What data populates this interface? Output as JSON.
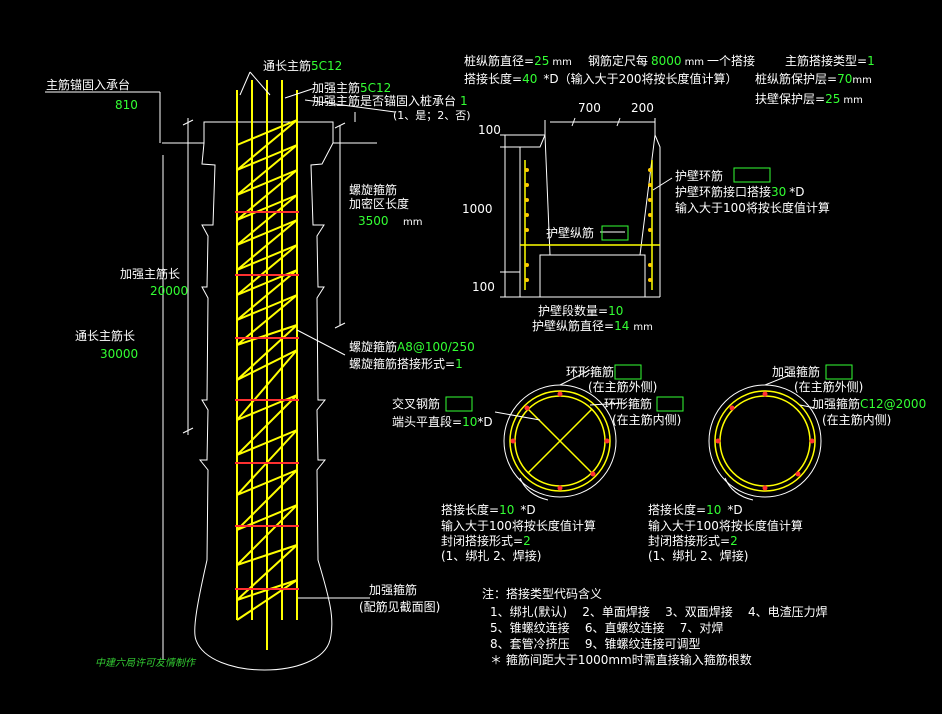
{
  "left": {
    "anchor_label": "主筋锚固入承台",
    "anchor_value": "810",
    "through_bar_label": "通长主筋",
    "through_bar_value": "5C12",
    "add_bar_label": "加强主筋",
    "add_bar_value": "5C12",
    "add_anchor_label": "加强主筋是否锚固入桩承台",
    "add_anchor_value": "1",
    "add_anchor_hint": "(1、是；2、否)",
    "spiral_dense_label1": "螺旋箍筋",
    "spiral_dense_label2": "加密区长度",
    "spiral_dense_value": "3500",
    "spiral_dense_unit": "mm",
    "add_len_label": "加强主筋长",
    "add_len_value": "20000",
    "through_len_label": "通长主筋长",
    "through_len_value": "30000",
    "spiral_label": "螺旋箍筋",
    "spiral_value": "A8@100/250",
    "spiral_lap_label": "螺旋箍筋搭接形式=",
    "spiral_lap_value": "1",
    "ring_label": "加强箍筋",
    "ring_hint": "(配筋见截面图)",
    "credit": "中建六局许可友情制作"
  },
  "top": {
    "pile_dia_label": "桩纵筋直径=",
    "pile_dia_value": "25",
    "unit_mm": "mm",
    "fixed_len_label": "钢筋定尺每",
    "fixed_len_value": "8000",
    "fixed_len_suffix": "一个搭接",
    "lap_type_label": "主筋搭接类型=",
    "lap_type_value": "1",
    "lap_len_label": "搭接长度=",
    "lap_len_value": "40",
    "lap_len_suffix": "*D（输入大于200将按长度值计算）",
    "cover_label": "桩纵筋保护层=",
    "cover_value": "70",
    "wall_cover_label": "扶壁保护层=",
    "wall_cover_value": "25"
  },
  "wall": {
    "dim_700": "700",
    "dim_200": "200",
    "dim_100_top": "100",
    "dim_1000": "1000",
    "dim_100_bot": "100",
    "ring_label": "护壁环筋",
    "ring_lap_label": "护壁环筋接口搭接",
    "ring_lap_value": "30",
    "ring_lap_suffix": "*D",
    "ring_lap_hint": "输入大于100将按长度值计算",
    "long_label": "护壁纵筋",
    "seg_count_label": "护壁段数量=",
    "seg_count_value": "10",
    "long_dia_label": "护壁纵筋直径=",
    "long_dia_value": "14",
    "unit_mm": "mm"
  },
  "section1": {
    "ring_out_label": "环形箍筋",
    "ring_out_hint": "(在主筋外侧)",
    "cross_label": "交叉钢筋",
    "ring_in_label": "环形箍筋",
    "ring_in_hint": "(在主筋内侧)",
    "end_label": "端头平直段=",
    "end_value": "10",
    "end_suffix": "*D",
    "lap_label": "搭接长度=",
    "lap_value": "10",
    "lap_suffix": "*D",
    "lap_hint": "输入大于100将按长度值计算",
    "close_label": "封闭搭接形式=",
    "close_value": "2",
    "close_hint": "(1、绑扎  2、焊接)"
  },
  "section2": {
    "add_out_label": "加强箍筋",
    "add_out_hint": "(在主筋外侧)",
    "add_in_label": "加强箍筋",
    "add_in_value": "C12@2000",
    "add_in_hint": "(在主筋内侧)",
    "lap_label": "搭接长度=",
    "lap_value": "10",
    "lap_suffix": "*D",
    "lap_hint": "输入大于100将按长度值计算",
    "close_label": "封闭搭接形式=",
    "close_value": "2",
    "close_hint": "(1、绑扎  2、焊接)"
  },
  "notes": {
    "title": "注：搭接类型代码含义",
    "line1": "1、绑扎(默认)    2、单面焊接    3、双面焊接    4、电渣压力焊",
    "line2": "5、锥螺纹连接    6、直螺纹连接    7、对焊",
    "line3": "8、套管冷挤压    9、锥螺纹连接可调型",
    "line4": "＊ 箍筋间距大于1000mm时需直接输入箍筋根数"
  }
}
